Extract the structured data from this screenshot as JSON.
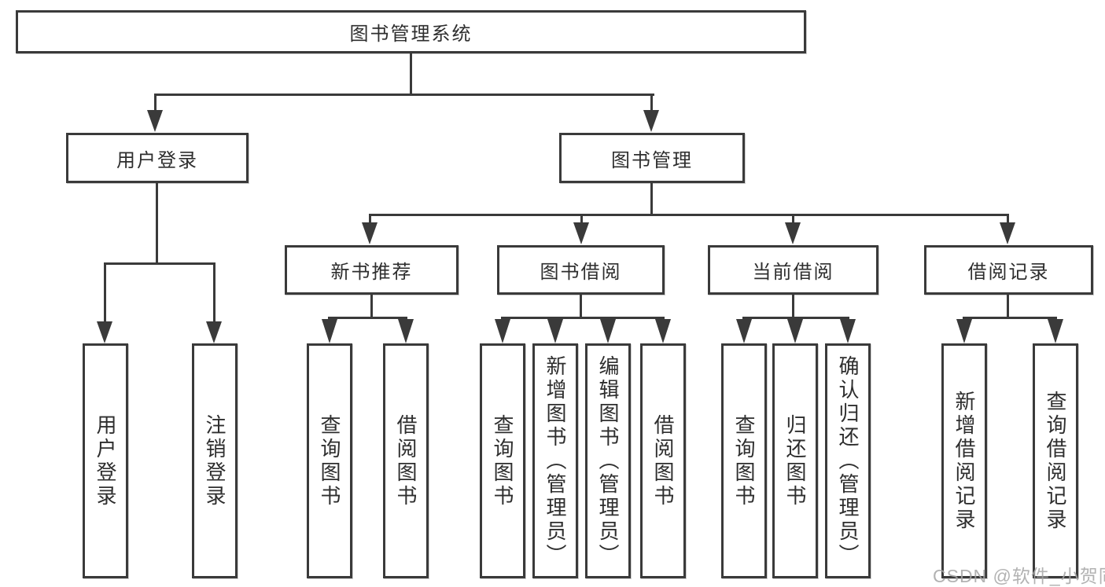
{
  "watermark": "CSDN @软件_小贺同学",
  "colors": {
    "line": "#3a3a3a",
    "node_border": "#3a3a3a",
    "node_text": "#2e2e2e",
    "watermark_text": "#a5a5a5",
    "background": "#ffffff"
  },
  "tree": {
    "label": "图书管理系统",
    "children": [
      {
        "label": "用户登录",
        "children": [
          {
            "label": "用户登录"
          },
          {
            "label": "注销登录"
          }
        ]
      },
      {
        "label": "图书管理",
        "children": [
          {
            "label": "新书推荐",
            "children": [
              {
                "label": "查询图书"
              },
              {
                "label": "借阅图书"
              }
            ]
          },
          {
            "label": "图书借阅",
            "children": [
              {
                "label": "查询图书"
              },
              {
                "label": "新增图书（管理员）"
              },
              {
                "label": "编辑图书（管理员）"
              },
              {
                "label": "借阅图书"
              }
            ]
          },
          {
            "label": "当前借阅",
            "children": [
              {
                "label": "查询图书"
              },
              {
                "label": "归还图书"
              },
              {
                "label": "确认归还（管理员）"
              }
            ]
          },
          {
            "label": "借阅记录",
            "children": [
              {
                "label": "新增借阅记录"
              },
              {
                "label": "查询借阅记录"
              }
            ]
          }
        ]
      }
    ]
  }
}
